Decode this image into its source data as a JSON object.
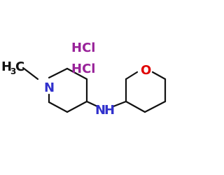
{
  "molecule": {
    "salt_labels": [
      "HCl",
      "HCl"
    ],
    "atom_labels": {
      "methyl_h": "H",
      "methyl_subscript": "3",
      "methyl_c": "C",
      "ring_nitrogen": "N",
      "amine_nitrogen": "N",
      "amine_hydrogen": "H",
      "ring_oxygen": "O"
    },
    "colors": {
      "bond": "#111111",
      "carbon": "#111111",
      "nitrogen": "#3030cc",
      "oxygen": "#e00000",
      "chloride_salt": "#992299"
    }
  }
}
